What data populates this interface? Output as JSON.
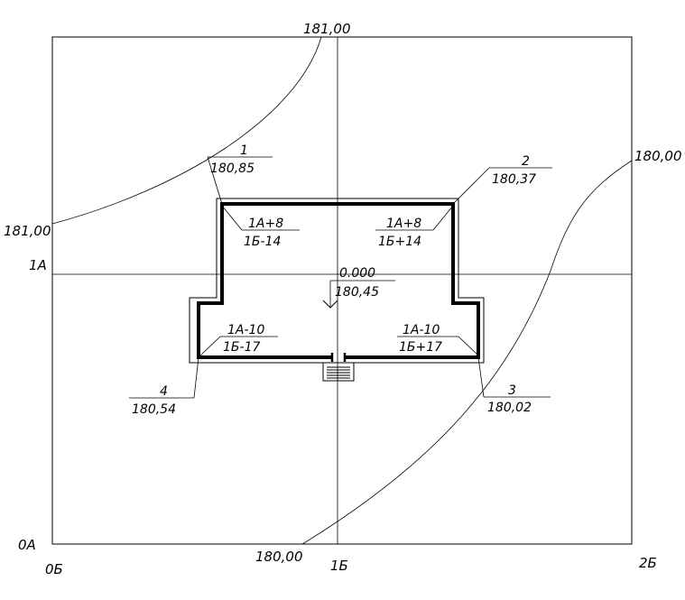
{
  "contours": {
    "top": "181,00",
    "left": "181,00",
    "right": "180,00",
    "bottom": "180,00"
  },
  "axes": {
    "row_1a": "1А",
    "row_0a": "0А",
    "col_0b": "0Б",
    "col_1b": "1Б",
    "col_2b": "2Б"
  },
  "corners": [
    {
      "num": "1",
      "elev": "180,85"
    },
    {
      "num": "2",
      "elev": "180,37"
    },
    {
      "num": "3",
      "elev": "180,02"
    },
    {
      "num": "4",
      "elev": "180,54"
    }
  ],
  "offsets": [
    {
      "a": "1А+8",
      "b": "1Б-14"
    },
    {
      "a": "1А+8",
      "b": "1Б+14"
    },
    {
      "a": "1А-10",
      "b": "1Б+17"
    },
    {
      "a": "1А-10",
      "b": "1Б-17"
    }
  ],
  "datum": {
    "relative": "0.000",
    "absolute": "180,45"
  }
}
